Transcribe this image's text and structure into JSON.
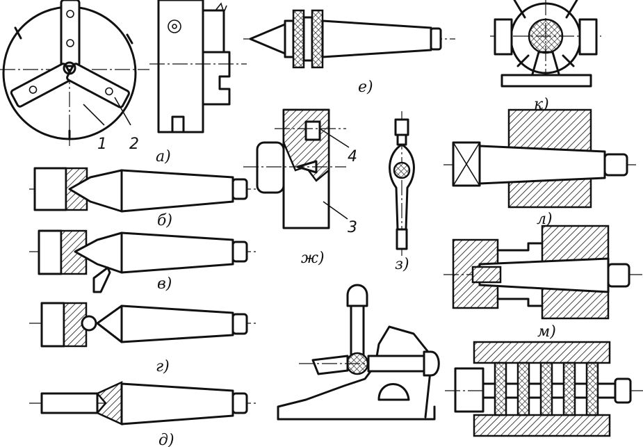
{
  "figure_labels": {
    "a": "а)",
    "b": "б)",
    "v": "в)",
    "g": "г)",
    "d": "д)",
    "e": "е)",
    "zh": "ж)",
    "z": "з)",
    "k": "к)",
    "l": "л)",
    "m": "м)"
  },
  "callouts": {
    "one": "1",
    "two": "2",
    "three": "3",
    "four": "4"
  }
}
